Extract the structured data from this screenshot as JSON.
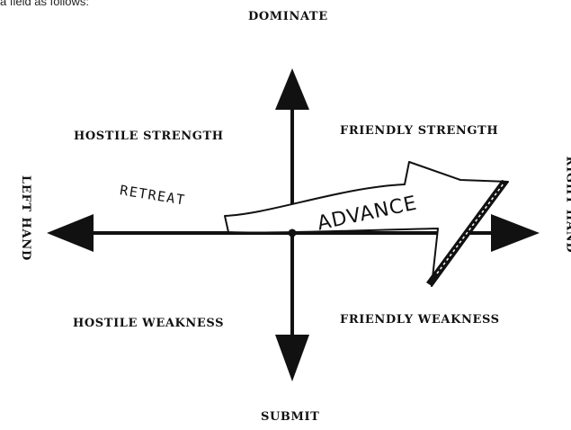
{
  "caption_fragment": "a field as follows:",
  "axes": {
    "top": "DOMINATE",
    "bottom": "SUBMIT",
    "left": "LEFT HAND",
    "right": "RIGHT HAND"
  },
  "quadrants": {
    "top_left": "HOSTILE STRENGTH",
    "top_right": "FRIENDLY STRENGTH",
    "bottom_left": "HOSTILE WEAKNESS",
    "bottom_right": "FRIENDLY WEAKNESS"
  },
  "arrow": {
    "tail_label": "RETREAT",
    "head_label": "ADVANCE"
  }
}
